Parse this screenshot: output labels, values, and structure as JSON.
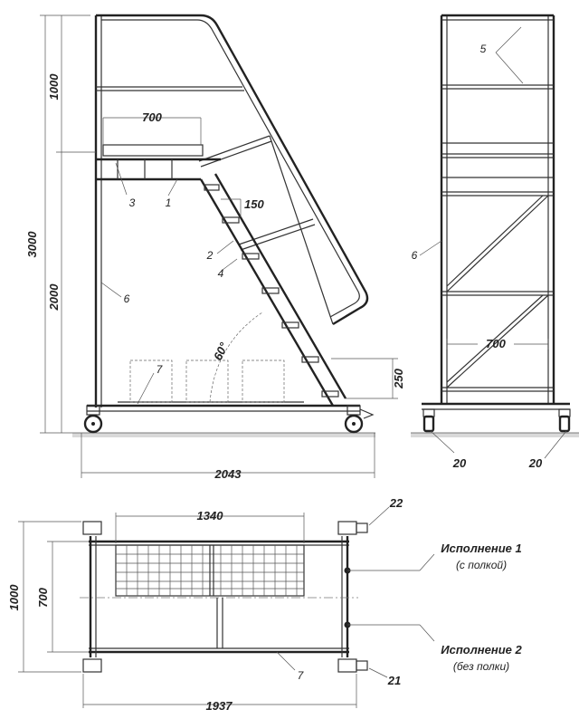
{
  "side_view": {
    "dim_height_total": "3000",
    "dim_height_top": "1000",
    "dim_height_bottom": "2000",
    "dim_platform_width": "700",
    "dim_step": "150",
    "dim_bottom_step": "250",
    "dim_length": "2043",
    "angle": "60°",
    "callouts": [
      "1",
      "2",
      "3",
      "4",
      "6",
      "7"
    ]
  },
  "front_view": {
    "dim_width": "700",
    "callouts": [
      "5",
      "6"
    ],
    "wheel_label_left": "20",
    "wheel_label_right": "20"
  },
  "top_view": {
    "dim_grid_length": "1340",
    "dim_depth_total": "1000",
    "dim_depth_inner": "700",
    "dim_length": "1937",
    "callout_7": "7",
    "callout_22": "22",
    "callout_21": "21"
  },
  "variants": {
    "v1_title": "Исполнение 1",
    "v1_sub": "(с полкой)",
    "v2_title": "Исполнение 2",
    "v2_sub": "(без полки)"
  }
}
